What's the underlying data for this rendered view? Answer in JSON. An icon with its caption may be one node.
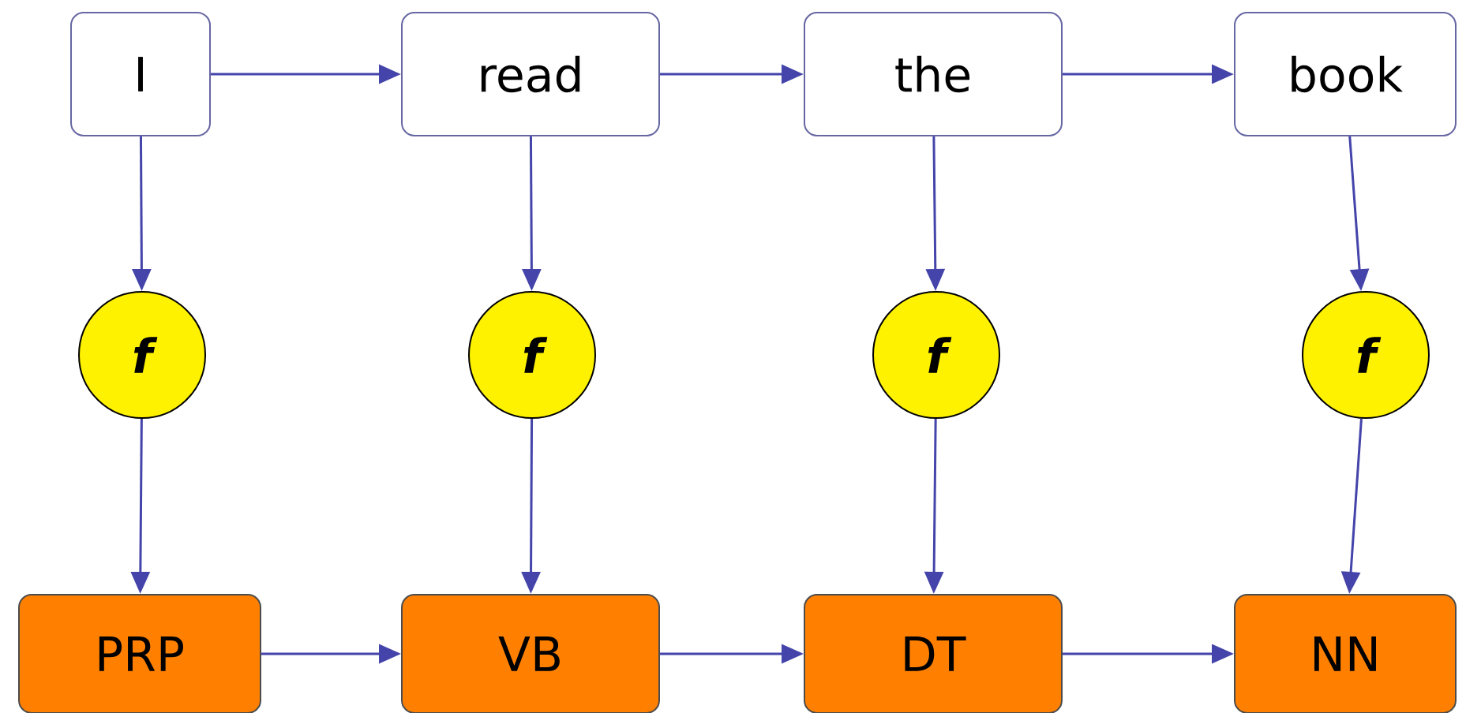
{
  "diagram": {
    "nodes": [
      {
        "text": [
          "I"
        ]
      },
      {
        "text": [
          "read"
        ]
      },
      {
        "text": [
          "the"
        ]
      },
      {
        "text": [
          "book"
        ]
      },
      {
        "text": [
          "f"
        ]
      },
      {
        "text": [
          "f"
        ]
      },
      {
        "text": [
          "f"
        ]
      },
      {
        "text": [
          "f"
        ]
      },
      {
        "text": [
          "PRP"
        ]
      },
      {
        "text": [
          "VB"
        ]
      },
      {
        "text": [
          "DT"
        ]
      },
      {
        "text": [
          "NN"
        ]
      }
    ],
    "edges": [
      {
        "from": 0,
        "to": 1,
        "arrow": "to"
      },
      {
        "from": 1,
        "to": 2,
        "arrow": "to"
      },
      {
        "from": 2,
        "to": 3,
        "arrow": "to"
      },
      {
        "from": 0,
        "to": 4,
        "arrow": "to"
      },
      {
        "from": 1,
        "to": 5,
        "arrow": "to"
      },
      {
        "from": 2,
        "to": 6,
        "arrow": "to"
      },
      {
        "from": 3,
        "to": 7,
        "arrow": "to"
      },
      {
        "from": 4,
        "to": 8,
        "arrow": "to"
      },
      {
        "from": 5,
        "to": 9,
        "arrow": "to"
      },
      {
        "from": 6,
        "to": 10,
        "arrow": "to"
      },
      {
        "from": 7,
        "to": 11,
        "arrow": "to"
      },
      {
        "from": 8,
        "to": 9,
        "arrow": "to"
      },
      {
        "from": 9,
        "to": 10,
        "arrow": "to"
      },
      {
        "from": 10,
        "to": 11,
        "arrow": "to"
      }
    ]
  }
}
